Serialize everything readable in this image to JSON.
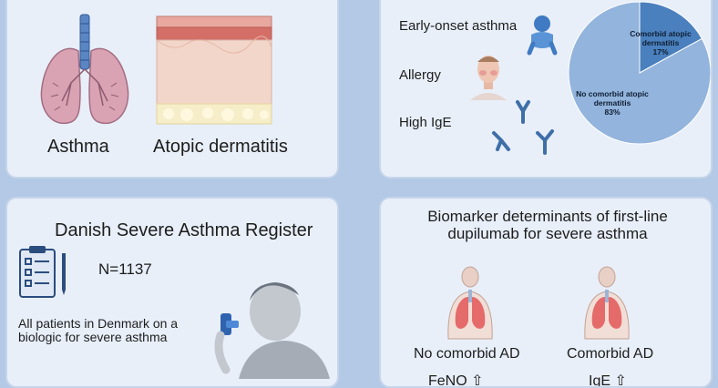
{
  "panel1": {
    "label_asthma": "Asthma",
    "label_ad": "Atopic dermatitis"
  },
  "panel2": {
    "factors": [
      "Early-onset asthma",
      "Allergy",
      "High IgE"
    ],
    "pie": {
      "comorbid_label": "Comorbid atopic dermatitis",
      "comorbid_pct": "17%",
      "no_comorbid_label": "No comorbid atopic dermatitis",
      "no_comorbid_pct": "83%"
    }
  },
  "panel3": {
    "title": "Danish Severe Asthma Register",
    "n": "N=1137",
    "description": "All patients in Denmark on a biologic for severe asthma"
  },
  "panel4": {
    "title": "Biomarker determinants of first-line dupilumab for severe asthma",
    "left_label": "No comorbid AD",
    "right_label": "Comorbid AD",
    "left_marker": "FeNO",
    "right_marker": "IgE"
  },
  "chart_data": {
    "type": "pie",
    "categories": [
      "Comorbid atopic dermatitis",
      "No comorbid atopic dermatitis"
    ],
    "values": [
      17,
      83
    ],
    "colors": [
      "#4a80bd",
      "#93b4dc"
    ]
  }
}
